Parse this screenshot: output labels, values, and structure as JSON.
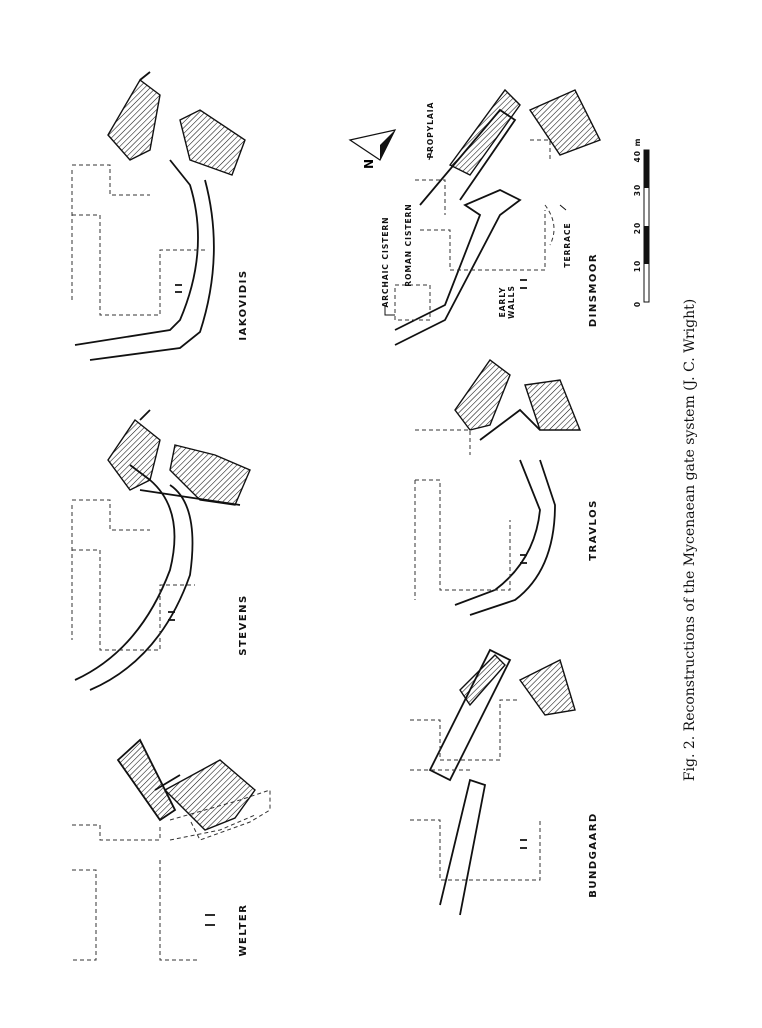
{
  "figure": {
    "caption": "Fig. 2. Reconstructions of the Mycenaean gate system (J. C. Wright)",
    "panels": [
      {
        "id": "welter",
        "label": "WELTER"
      },
      {
        "id": "stevens",
        "label": "STEVENS"
      },
      {
        "id": "iakovidis",
        "label": "IAKOVIDIS"
      },
      {
        "id": "bundgaard",
        "label": "BUNDGAARD"
      },
      {
        "id": "travlos",
        "label": "TRAVLOS"
      },
      {
        "id": "dinsmoor",
        "label": "DINSMOOR"
      }
    ],
    "annotations": {
      "propylaia": "PROPYLAIA",
      "archaic_cistern": "ARCHAIC CISTERN",
      "roman_cistern": "ROMAN CISTERN",
      "early_walls": "EARLY WALLS",
      "terrace": "TERRACE"
    },
    "north_arrow": "N",
    "scale": {
      "unit": "m",
      "ticks": [
        "0",
        "10",
        "20",
        "30",
        "40 m"
      ]
    }
  }
}
